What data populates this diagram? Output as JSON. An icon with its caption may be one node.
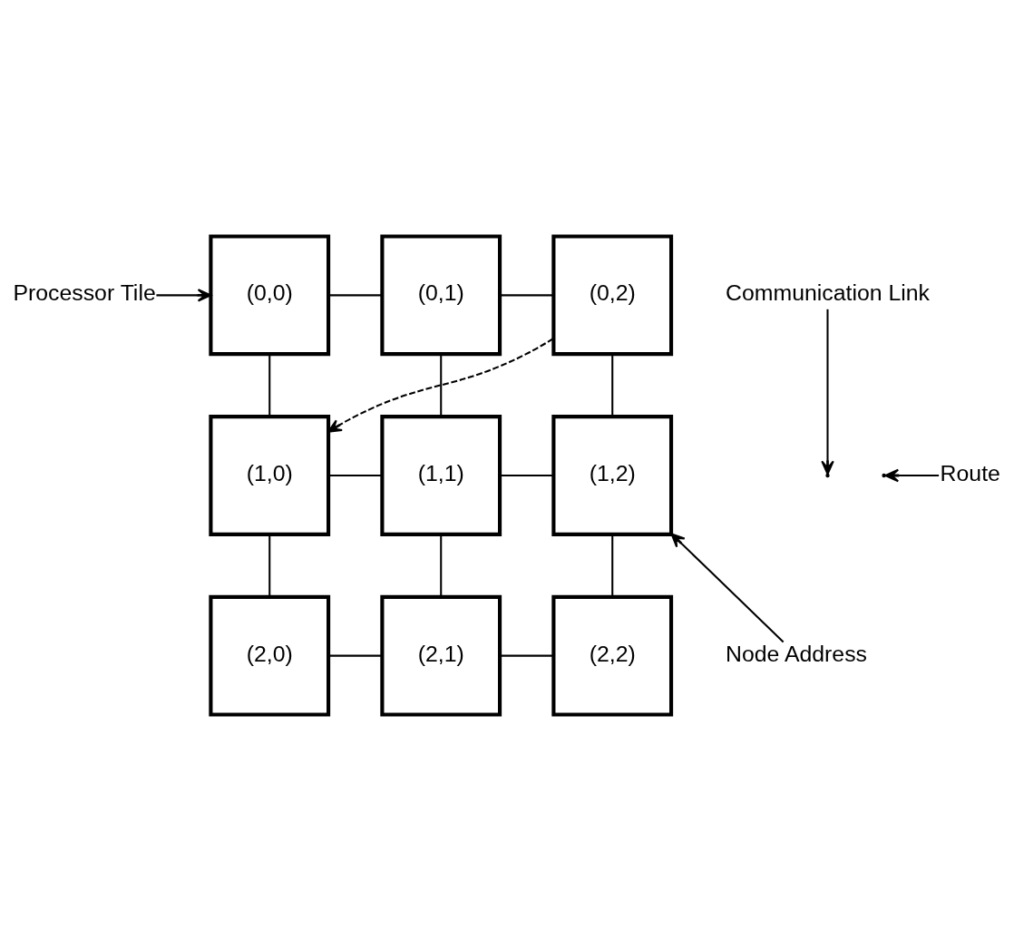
{
  "diagram": {
    "nodes": [
      {
        "text": [
          "Processor Tile"
        ]
      },
      {
        "text": [
          "Communication Link"
        ]
      },
      {
        "text": [
          "(0,0)"
        ]
      },
      {
        "text": [
          "(0,1)"
        ]
      },
      {
        "text": [
          "(0,2)"
        ]
      },
      {
        "text": [
          "Route"
        ]
      },
      {
        "text": [
          "(1,0)"
        ]
      },
      {
        "text": [
          "(1,1)"
        ]
      },
      {
        "text": [
          "(1,2)"
        ]
      },
      {
        "text": [
          "Node Address"
        ]
      },
      {
        "text": [
          "(2,0)"
        ]
      },
      {
        "text": [
          "(2,1)"
        ]
      },
      {
        "text": [
          "(2,2)"
        ]
      }
    ],
    "edges": [
      {
        "from": 0,
        "to": 2,
        "arrow": "to"
      },
      {
        "from": 1,
        "to": null,
        "arrow": "to"
      },
      {
        "from": 5,
        "to": null,
        "arrow": "to"
      },
      {
        "from": 9,
        "to": 8,
        "arrow": "to"
      },
      {
        "from": 4,
        "to": 6,
        "arrow": "to",
        "style": "dashed"
      },
      {
        "from": 2,
        "to": 3,
        "arrow": "none"
      },
      {
        "from": 3,
        "to": 4,
        "arrow": "none"
      },
      {
        "from": 2,
        "to": 6,
        "arrow": "none"
      },
      {
        "from": 3,
        "to": 7,
        "arrow": "none"
      },
      {
        "from": 4,
        "to": 8,
        "arrow": "none"
      },
      {
        "from": 6,
        "to": 7,
        "arrow": "none"
      },
      {
        "from": 7,
        "to": 8,
        "arrow": "none"
      },
      {
        "from": 6,
        "to": 10,
        "arrow": "none"
      },
      {
        "from": 7,
        "to": 11,
        "arrow": "none"
      },
      {
        "from": 8,
        "to": 12,
        "arrow": "none"
      },
      {
        "from": 10,
        "to": 11,
        "arrow": "none"
      },
      {
        "from": 11,
        "to": 12,
        "arrow": "none"
      }
    ]
  }
}
